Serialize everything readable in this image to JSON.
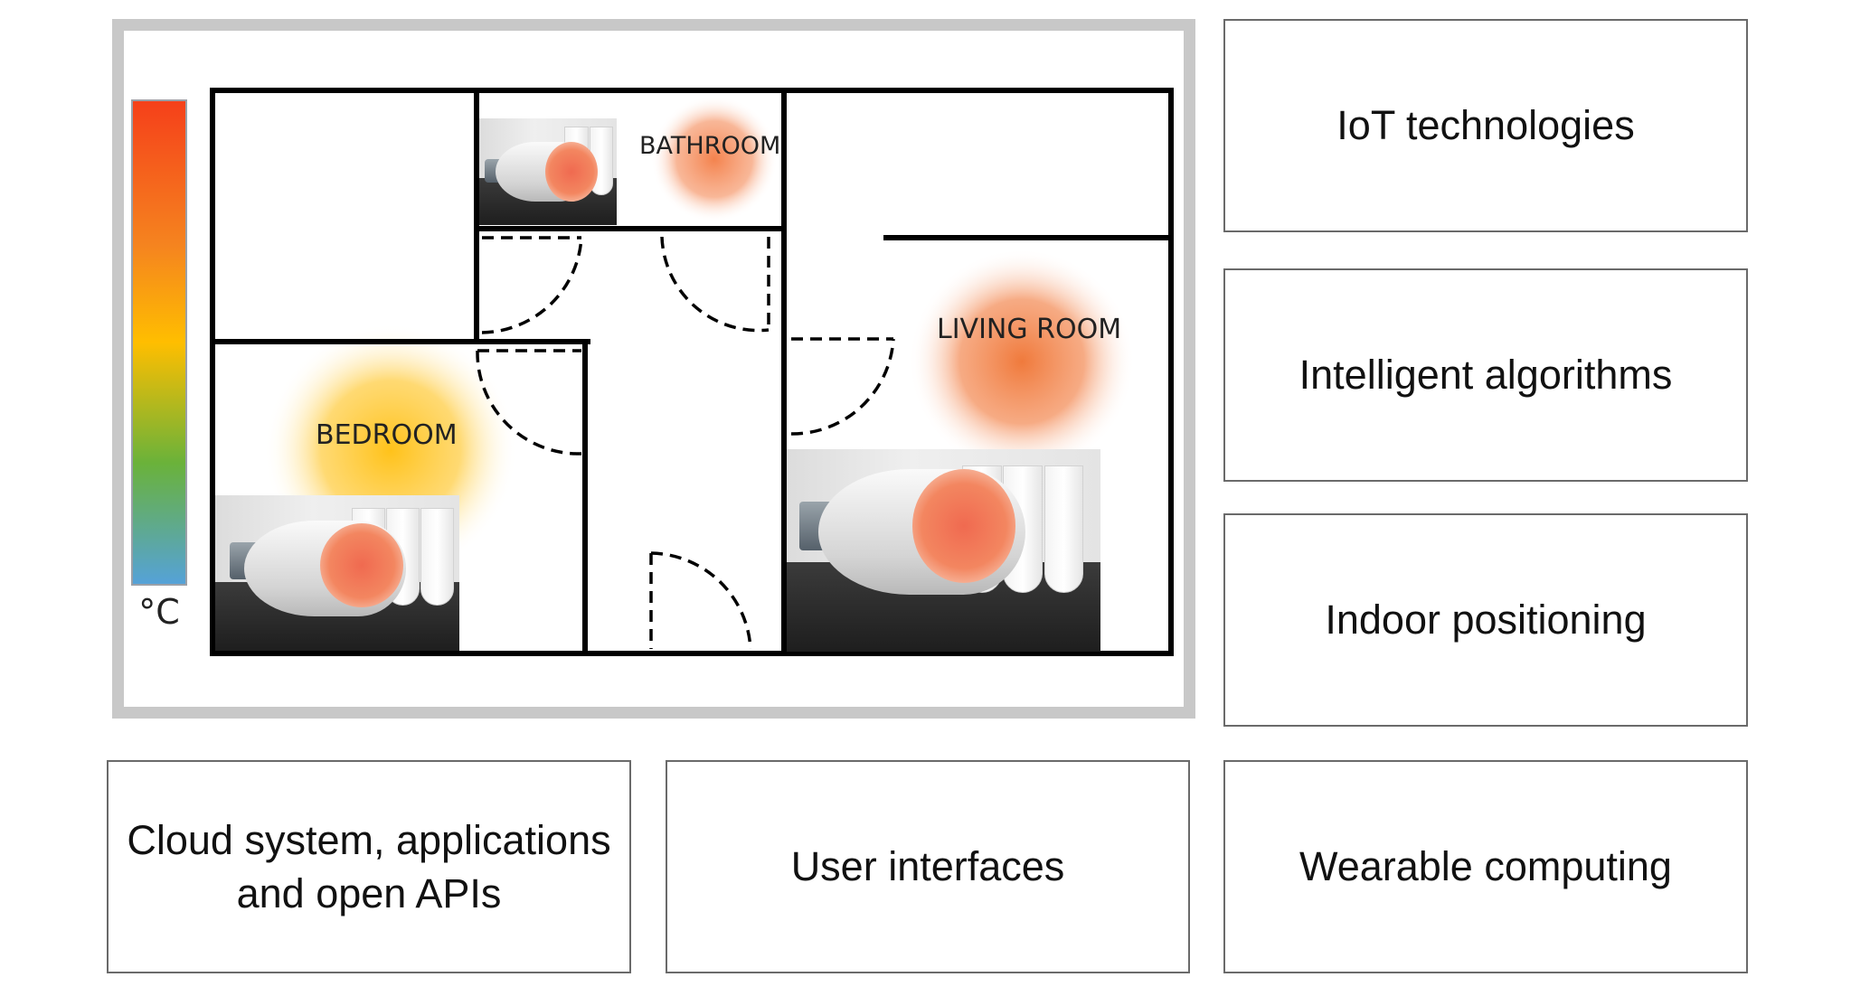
{
  "scale": {
    "unit": "°C",
    "colors": [
      "#f5401a",
      "#f5841f",
      "#ffbe00",
      "#6ab23a",
      "#55a2d8"
    ]
  },
  "rooms": {
    "bathroom": {
      "label": "BATHROOM",
      "heat_color": "#f4834e"
    },
    "living_room": {
      "label": "LIVING ROOM",
      "heat_color": "#f07a3c"
    },
    "bedroom": {
      "label": "BEDROOM",
      "heat_color": "#ffc21a"
    }
  },
  "thermostat_icon": "radiator-thermostat-icon",
  "boxes": {
    "iot": "IoT technologies",
    "algorithms": "Intelligent algorithms",
    "positioning": "Indoor positioning",
    "cloud_line1": "Cloud system, applications",
    "cloud_line2": "and open APIs",
    "ui": "User interfaces",
    "wearable": "Wearable computing"
  }
}
